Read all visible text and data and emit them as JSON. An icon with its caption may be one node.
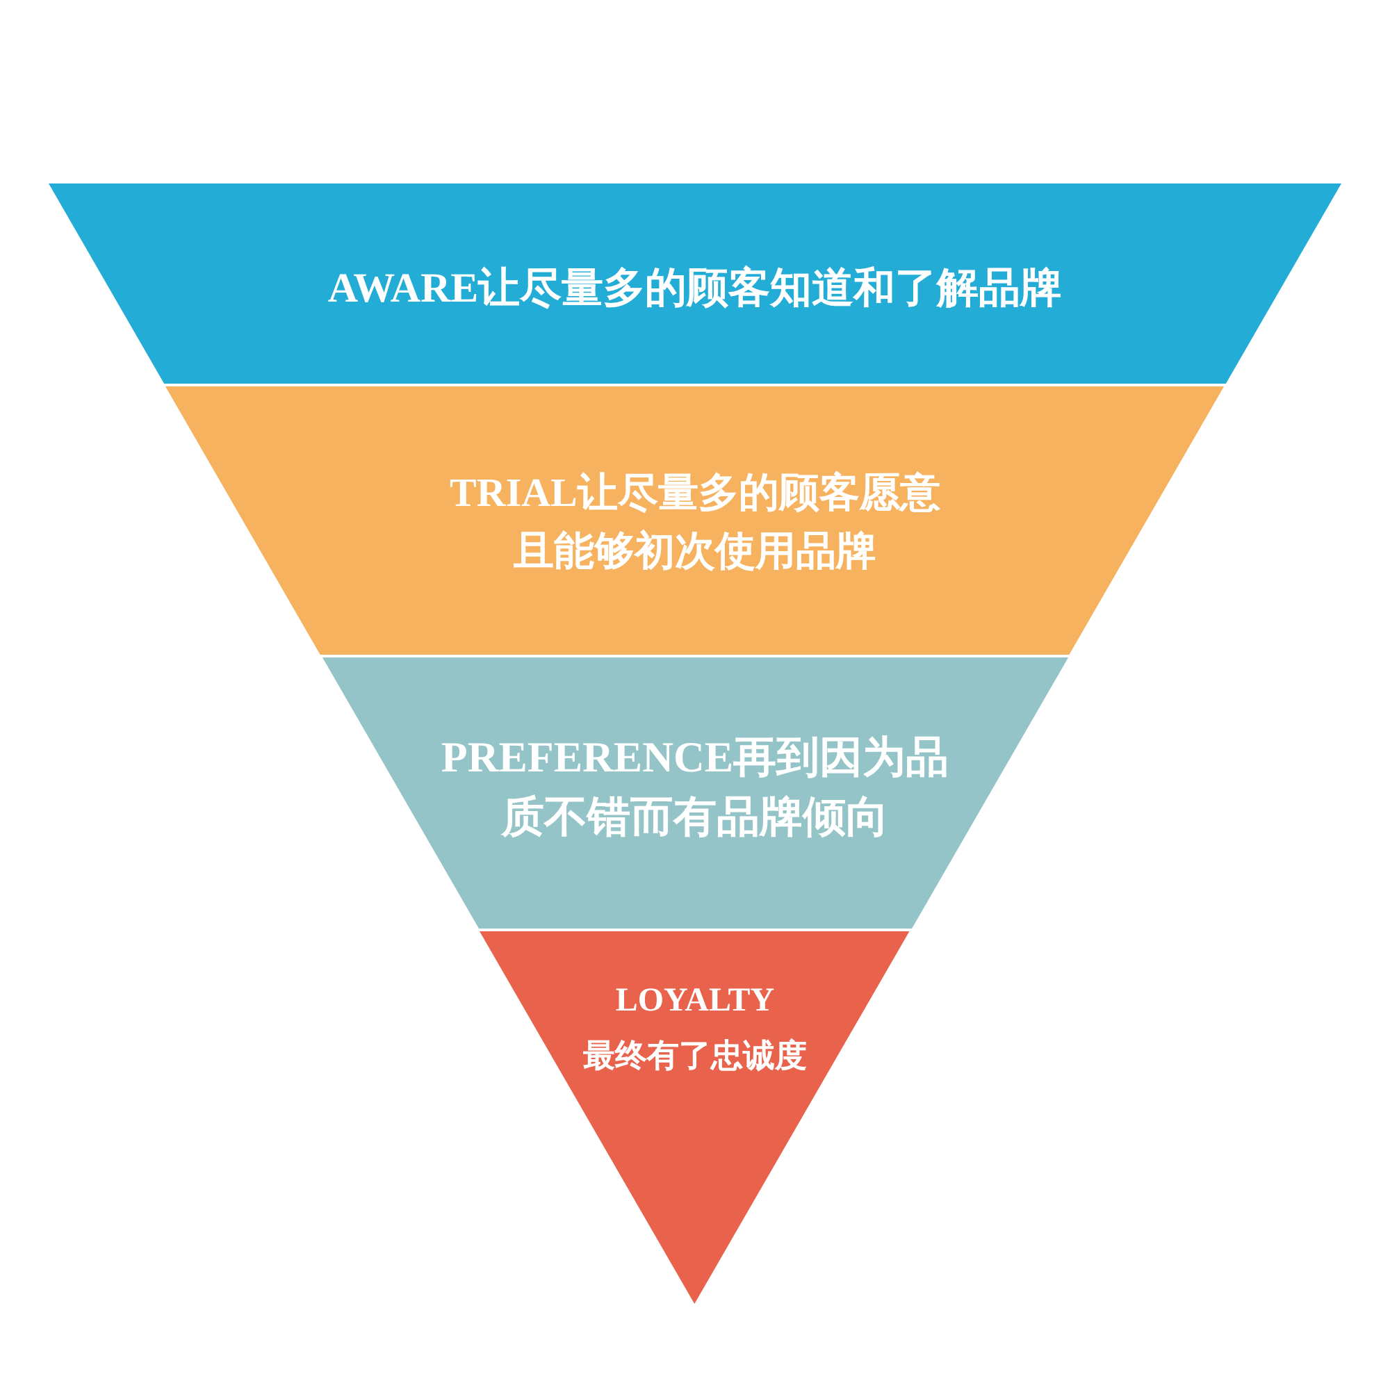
{
  "diagram": {
    "nodes": [
      {
        "text": [
          "AWARE让尽量多的顾客知道和了解品牌"
        ]
      },
      {
        "text": [
          "TRIAL让尽量多的顾客愿意且能够初次使用品牌"
        ]
      },
      {
        "text": [
          "PREFERENCE再到因为品质不错而有品牌倾向"
        ]
      },
      {
        "text": [
          "LOYALTY",
          "最终有了忠诚度"
        ]
      }
    ]
  }
}
